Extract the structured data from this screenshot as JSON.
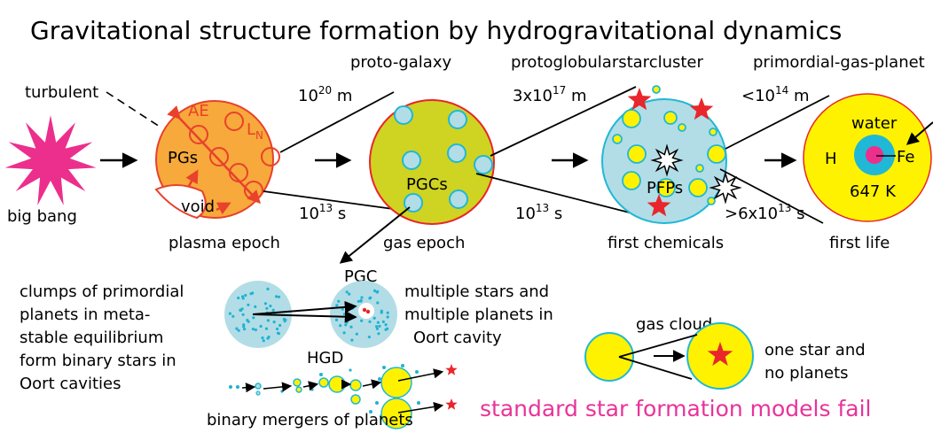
{
  "title": "Gravitational structure formation by hydrogravitational dynamics",
  "colors": {
    "plasma_fill": "#f7a93b",
    "plasma_stroke": "#e8412c",
    "galaxy_fill": "#cfd321",
    "cyan": "#b2dde6",
    "cyan_stroke": "#20b8d6",
    "yellow": "#fff200",
    "red": "#e8262c",
    "magenta": "#ec2f8c",
    "dot": "#1fb3d3",
    "fail_text": "#e8339a"
  },
  "stages": {
    "big_bang": {
      "label": "big bang"
    },
    "plasma": {
      "turbulent": "turbulent",
      "ae": "AE",
      "ln": "L",
      "ln_sub": "N",
      "pgs": "PGs",
      "void": "void",
      "epoch": "plasma epoch"
    },
    "galaxy": {
      "header": "proto-galaxy",
      "size_base": "10",
      "size_exp": "20",
      "size_unit": " m",
      "time_base": "10",
      "time_exp": "13",
      "time_unit": " s",
      "pgcs": "PGCs",
      "epoch": "gas epoch"
    },
    "cluster": {
      "header": "protoglobularstarcluster",
      "size_base": "3x10",
      "size_exp": "17",
      "size_unit": " m",
      "time_base": "10",
      "time_exp": "13",
      "time_unit": " s",
      "pfps": "PFPs",
      "epoch": "first chemicals"
    },
    "planet": {
      "header": "primordial-gas-planet",
      "size_base": "<10",
      "size_exp": "14",
      "size_unit": " m",
      "time_base": ">6x10",
      "time_exp": "13",
      "time_unit": " s",
      "water": "water",
      "h": "H",
      "fe": "Fe",
      "temp": "647 K",
      "epoch": "first life"
    }
  },
  "lower": {
    "pgc_label": "PGC",
    "hgd_label": "HGD",
    "left_text": [
      "clumps of primordial",
      "planets in meta-",
      "stable equilibrium",
      "form binary stars in",
      "Oort cavities"
    ],
    "right_text": [
      "multiple stars and",
      "multiple planets in",
      "Oort cavity"
    ],
    "mergers": "binary mergers of planets",
    "gas_cloud": "gas cloud",
    "one_star": [
      "one star and",
      "no planets"
    ],
    "fail": "standard star formation models fail"
  }
}
